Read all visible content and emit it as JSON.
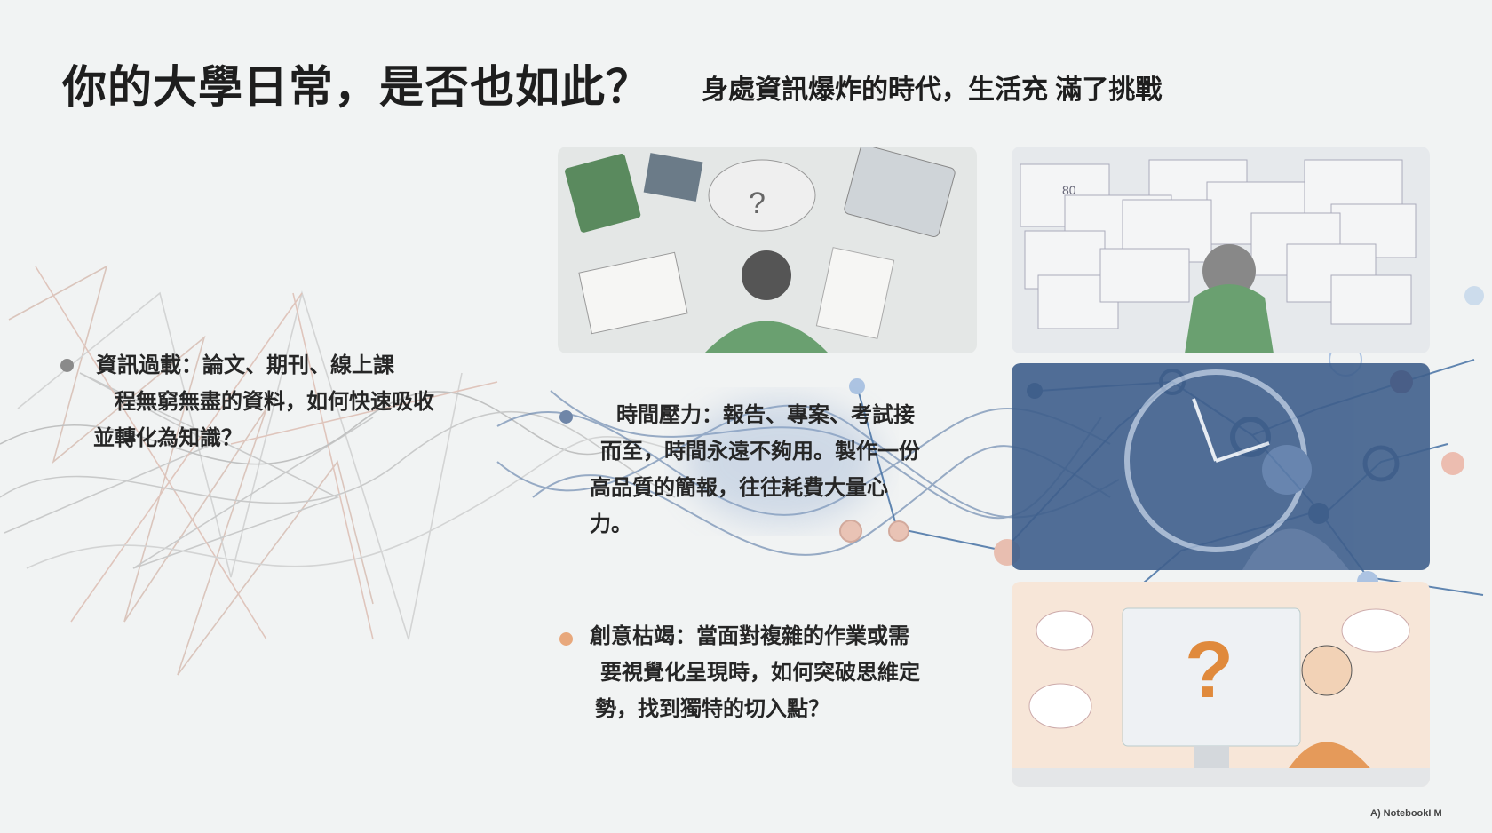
{
  "slide": {
    "title": "你的大學日常，是否也如此？",
    "subtitle": "身處資訊爆炸的時代，生活充 滿了挑戰",
    "bullets": [
      {
        "line1": "資訊過載：論文、期刊、線上課",
        "line2": "程無窮無盡的資料，如何快速吸收",
        "line3": "並轉化為知識？",
        "color": "#8a8a8a"
      },
      {
        "line1": "時間壓力：報告、專案、考試接",
        "line2": "而至，時間永遠不夠用。製作一份",
        "line3": "高品質的簡報，往往耗費大量心",
        "line4": "力。",
        "color": "#6f86a8"
      },
      {
        "line1": "創意枯竭：當面對複雜的作業或需",
        "line2": "要視覺化呈現時，如何突破思維定",
        "line3": "勢，找到獨特的切入點？",
        "color": "#e8a87c"
      }
    ],
    "illustrations": [
      {
        "name": "overwhelmed-student-with-books",
        "tone": "#e4e7e6"
      },
      {
        "name": "student-facing-many-windows",
        "tone": "#e6e9ec",
        "window_label": "80"
      },
      {
        "name": "clock-and-network-pressure",
        "tone": "#3f5f8c"
      },
      {
        "name": "student-with-question-mark",
        "tone": "#f7e6d8",
        "glyph": "?"
      }
    ],
    "watermark": "A) NotebookI M",
    "colors": {
      "accent_blue": "#3c6aa0",
      "accent_orange": "#e08a3c",
      "bg": "#f1f3f3"
    }
  }
}
